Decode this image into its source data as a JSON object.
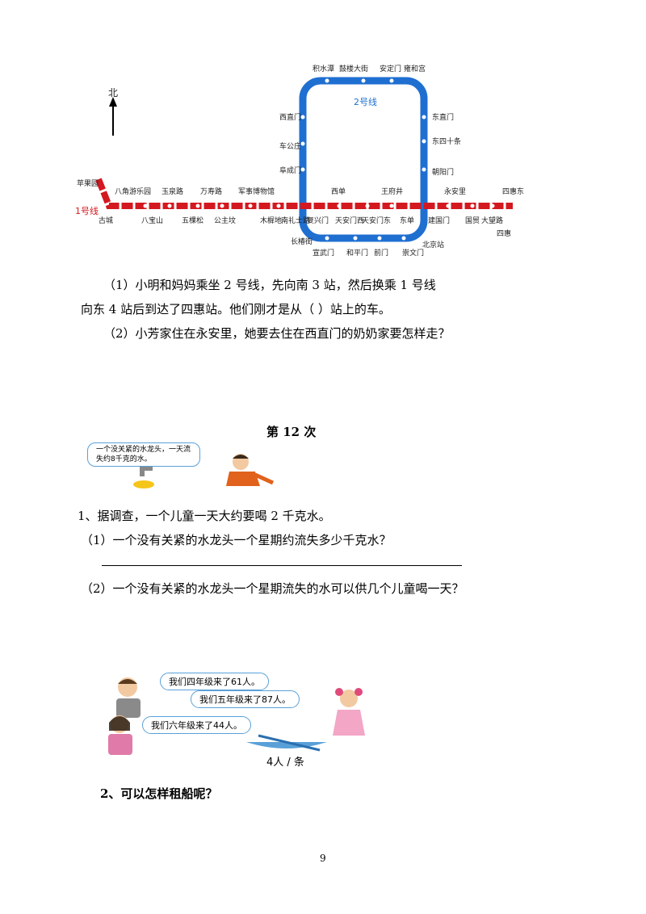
{
  "map": {
    "north_label": "北",
    "line1_label": "1号线",
    "line2_label": "2号线",
    "stations_top_outer": [
      "积水潭",
      "鼓楼大街",
      "安定门",
      "雍和宫"
    ],
    "stations_west": [
      "西直门",
      "车公庄",
      "阜成门"
    ],
    "stations_east": [
      "东直门",
      "东四十条",
      "朝阳门"
    ],
    "stations_line1_above": [
      "苹果园",
      "八角游乐园",
      "玉泉路",
      "万寿路",
      "军事博物馆",
      "西单",
      "王府井",
      "永安里",
      "四惠东"
    ],
    "stations_line1_below": [
      "古城",
      "八宝山",
      "五棵松",
      "公主坟",
      "木樨地",
      "南礼士路",
      "复兴门",
      "天安门西",
      "天安门东",
      "东单",
      "建国门",
      "国贸",
      "大望路",
      "四惠"
    ],
    "stations_bottom": [
      "长椿街",
      "宣武门",
      "和平门",
      "前门",
      "崇文门",
      "北京站"
    ]
  },
  "q1": {
    "line1": "（1）小明和妈妈乘坐 2 号线，先向南 3 站，然后换乘 1 号线",
    "line2": "向东 4 站后到达了四惠站。他们刚才是从（              ）站上的车。",
    "line3": "（2）小芳家住在永安里，她要去住在西直门的奶奶家要怎样走？"
  },
  "section_title": "第 12 次",
  "faucet_bubble": "一个没关紧的水龙头，一天流失约8千克的水。",
  "p1": {
    "intro": "1、据调查，一个儿童一天大约要喝 2 千克水。",
    "sub1": "（1）一个没有关紧的水龙头一个星期约流失多少千克水？",
    "sub2": "（2）一个没有关紧的水龙头一个星期流失的水可以供几个儿童喝一天？"
  },
  "boat": {
    "bubble1": "我们四年级来了61人。",
    "bubble2": "我们五年级来了87人。",
    "bubble3": "我们六年级来了44人。",
    "caption": "4人 / 条"
  },
  "p2": {
    "title": "2、可以怎样租船呢？"
  },
  "page_number": "9"
}
